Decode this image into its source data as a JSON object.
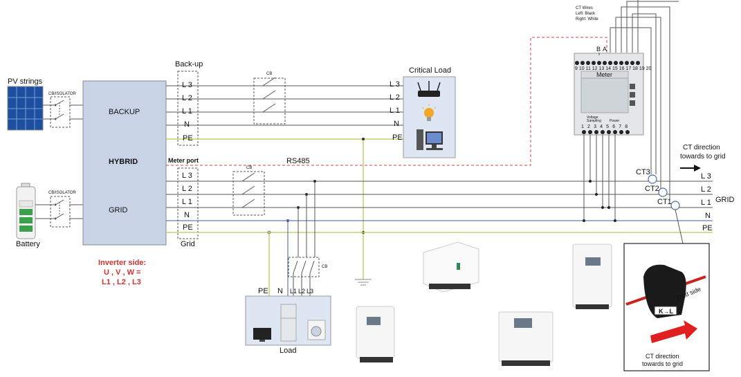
{
  "colors": {
    "box_fill": "#c9d3e6",
    "line": "#555555",
    "pe_line": "#c7cf6b",
    "n_line": "#4a5a9a",
    "meter_dashed": "#d04040",
    "red_text": "#d0312d",
    "load_fill": "#dde6f2",
    "crit_fill": "#dde6f2"
  },
  "pv": {
    "label": "PV strings",
    "icon": "solar-panel-icon"
  },
  "battery": {
    "label": "Battery",
    "icon": "battery-icon"
  },
  "cb_isolator": {
    "top": "CB/ISOLATOR",
    "bottom": "CB/ISOLATOR"
  },
  "inverter": {
    "backup": "BACKUP",
    "hybrid": "HYBRID",
    "grid": "GRID"
  },
  "backup_port": {
    "title": "Back-up",
    "terminals": [
      "L 3",
      "L 2",
      "L 1",
      "N",
      "PE"
    ]
  },
  "grid_port": {
    "title": "Grid",
    "terminals": [
      "L 3",
      "L 2",
      "L 1",
      "N",
      "PE"
    ]
  },
  "meter_port_label": "Meter port",
  "rs485_label": "RS485",
  "cb_labels": {
    "backup": "CB",
    "grid": "CB",
    "load": "CB"
  },
  "critical_load": {
    "title": "Critical Load",
    "line_labels": [
      "L 3",
      "L 2",
      "L 1",
      "N",
      "PE"
    ],
    "icons": [
      "router-icon",
      "lightbulb-icon",
      "computer-icon"
    ]
  },
  "load": {
    "title": "Load",
    "terminals": [
      "PE",
      "N",
      "L1",
      "L2",
      "L3"
    ],
    "icons": [
      "tv-icon",
      "fridge-icon",
      "washing-machine-icon"
    ]
  },
  "inverter_side": {
    "line1": "Inverter side:",
    "line2": "U , V , W =",
    "line3": "L1 , L2 , L3"
  },
  "meter": {
    "ct_wires_line1": "CT Wires",
    "ct_wires_line2": "Left: Black",
    "ct_wires_line3": "Right: White",
    "b_label": "B",
    "a_label": "A",
    "top_numbers": "9 10 11 12 13 14 15 16 17 18 19 20",
    "name": "Meter",
    "voltage_sampling": "Voltage Sampling",
    "power": "Power",
    "bottom_numbers": "1 2 3 4 5 6 7 8"
  },
  "ct": {
    "ct3": "CT3",
    "ct2": "CT2",
    "ct1": "CT1",
    "direction_top_line1": "CT direction",
    "direction_top_line2": "towards to grid",
    "grid_side": "Grid side",
    "direction_bottom_line1": "CT direction",
    "direction_bottom_line2": "towards to grid",
    "clamp_label": "K→L"
  },
  "grid_lines": {
    "labels": [
      "L 3",
      "L 2",
      "L 1",
      "N",
      "PE"
    ],
    "grid": "GRID"
  },
  "product_icons": [
    "hybrid-inverter-image-1",
    "hybrid-inverter-image-2",
    "hybrid-inverter-image-3",
    "hybrid-inverter-image-4"
  ]
}
